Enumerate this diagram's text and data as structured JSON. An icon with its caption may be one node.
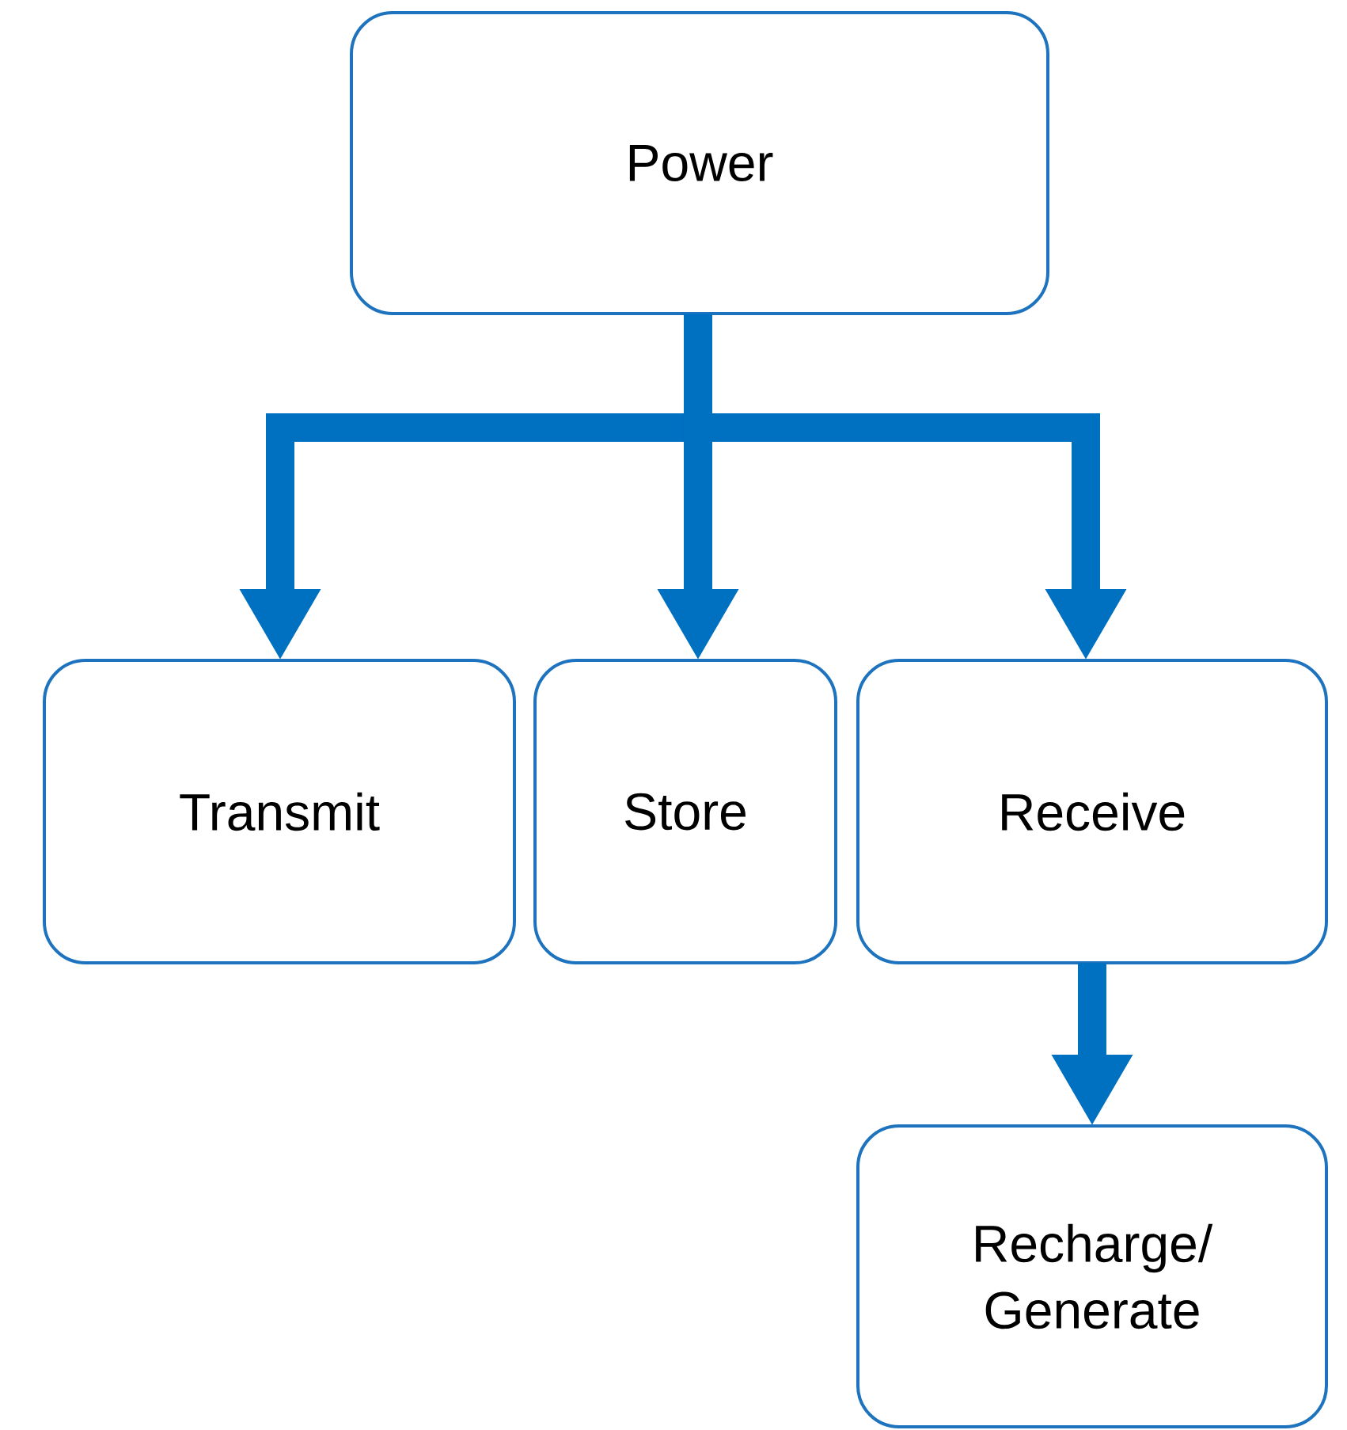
{
  "diagram": {
    "nodes": [
      {
        "text": [
          "Power"
        ]
      },
      {
        "text": [
          "Transmit"
        ]
      },
      {
        "text": [
          "Store"
        ]
      },
      {
        "text": [
          "Receive"
        ]
      },
      {
        "text": [
          "Recharge/ Generate"
        ]
      }
    ],
    "edges": [
      {
        "from": 0,
        "to": 1,
        "arrow": "to"
      },
      {
        "from": 0,
        "to": 2,
        "arrow": "to"
      },
      {
        "from": 0,
        "to": 3,
        "arrow": "to"
      },
      {
        "from": 3,
        "to": 4,
        "arrow": "to"
      }
    ]
  }
}
